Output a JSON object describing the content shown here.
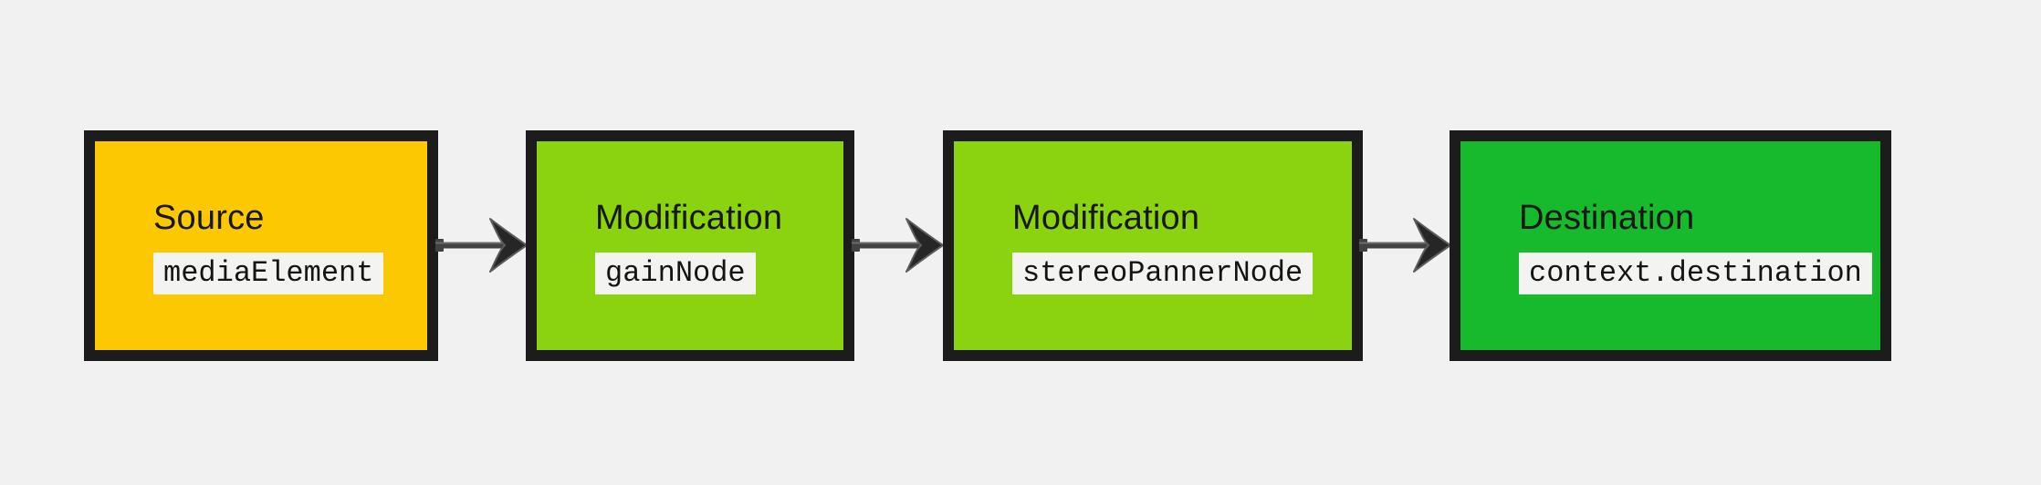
{
  "canvas": {
    "background": "#f1f1f1",
    "border_color": "#1c1c1c",
    "arrow_color": "#424242",
    "chip_background": "#f3f3f1"
  },
  "diagram": {
    "title": "audio-node-graph",
    "nodes": [
      {
        "id": "source",
        "label": "Source",
        "code": "mediaElement",
        "fill": "#fcc802"
      },
      {
        "id": "modification-1",
        "label": "Modification",
        "code": "gainNode",
        "fill": "#8bd30e"
      },
      {
        "id": "modification-2",
        "label": "Modification",
        "code": "stereoPannerNode",
        "fill": "#8bd30e"
      },
      {
        "id": "destination",
        "label": "Destination",
        "code": "context.destination",
        "fill": "#17b92d"
      }
    ],
    "connections": [
      {
        "from": "source",
        "to": "modification-1"
      },
      {
        "from": "modification-1",
        "to": "modification-2"
      },
      {
        "from": "modification-2",
        "to": "destination"
      }
    ]
  }
}
